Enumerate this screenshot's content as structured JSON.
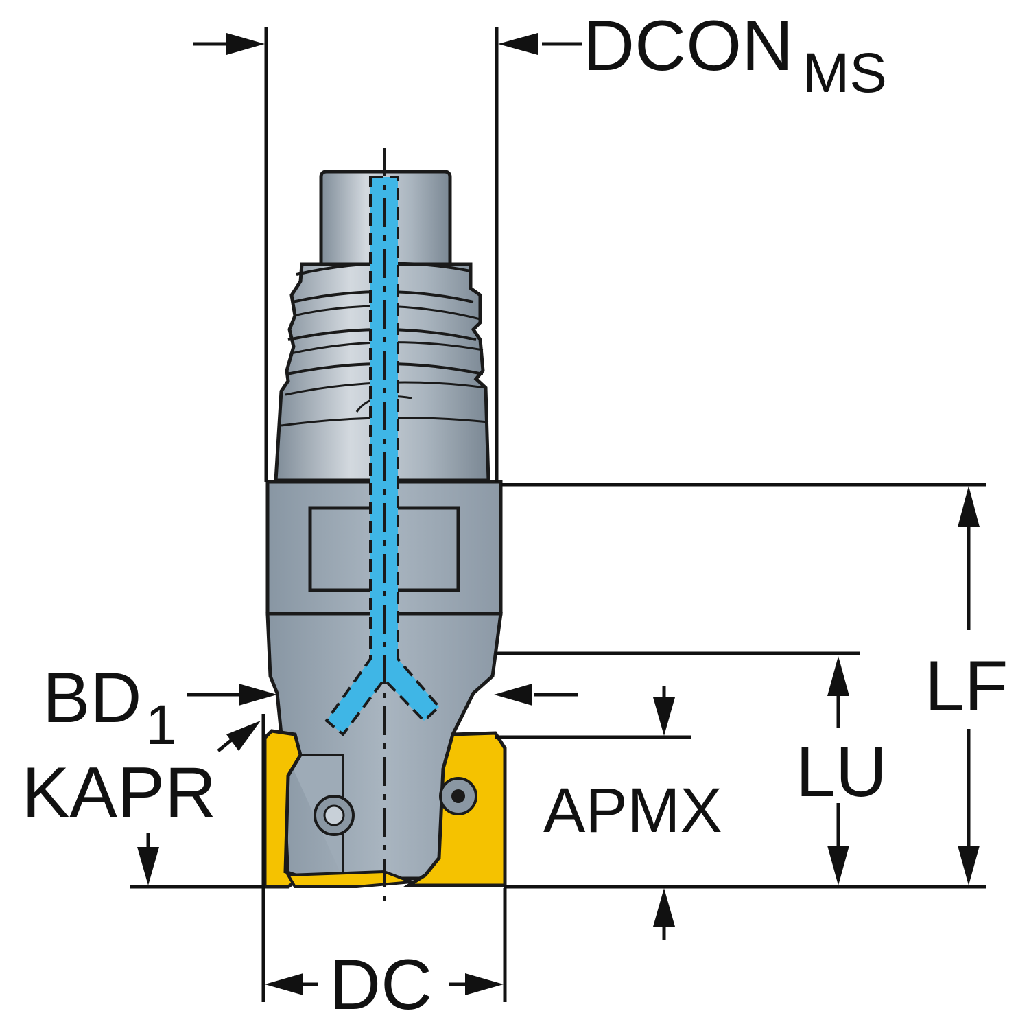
{
  "labels": {
    "dcon_main": "DCON",
    "dcon_sub": "MS",
    "lf": "LF",
    "lu": "LU",
    "apmx": "APMX",
    "bd_main": "BD",
    "bd_sub": "1",
    "kapr": "KAPR",
    "dc": "DC"
  },
  "colors": {
    "body": "#9aa8b4",
    "body_light": "#c6ced6",
    "insert": "#f5c200",
    "coolant": "#3fb6e6",
    "line": "#111111"
  }
}
